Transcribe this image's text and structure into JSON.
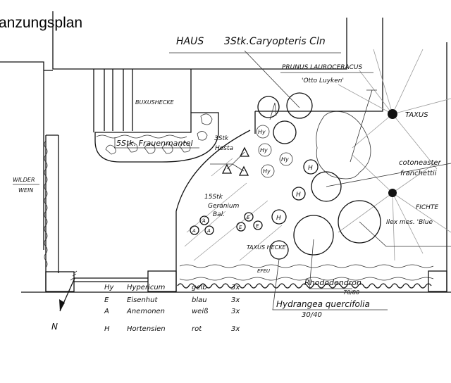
{
  "title": "anzungsplan",
  "labels": {
    "haus": "HAUS",
    "caryopteris": "3Stk.Caryopteris Cln",
    "prunus": "PRUNUS LAUROCERACUS",
    "otto": "'Otto Luyken'",
    "buxushecke": "BUXUSHECKE",
    "taxus": "TAXUS",
    "frauenmantel": "5Stk. Frauenmantel",
    "hosta_count": "3Stk",
    "hosta": "Hosta",
    "wilder": "WILDER",
    "wein": "WEIN",
    "cotoneaster": "cotoneaster",
    "franchettii": "franchettii",
    "geranium_count": "15Stk",
    "geranium": "Geranium",
    "geranium_var": "Bal.",
    "fichte": "FICHTE",
    "ilex": "Ilex mes. 'Blue",
    "taxushecke": "TAXUS HECKE",
    "efeu": "EFEU",
    "rhododendron": "Rhododendron",
    "rhododendron_size": "70/80",
    "hydrangea": "Hydrangea quercifolia",
    "hydrangea_size": "30/40",
    "north": "N"
  },
  "markers": {
    "hy": "Hy",
    "h": "H",
    "a": "A",
    "e": "E"
  },
  "legend": [
    {
      "code": "Hy",
      "name": "Hypericum",
      "color": "gelb",
      "qty": "3x"
    },
    {
      "code": "E",
      "name": "Eisenhut",
      "color": "blau",
      "qty": "3x"
    },
    {
      "code": "A",
      "name": "Anemonen",
      "color": "weiß",
      "qty": "3x"
    },
    {
      "code": "H",
      "name": "Hortensien",
      "color": "rot",
      "qty": "3x"
    }
  ]
}
